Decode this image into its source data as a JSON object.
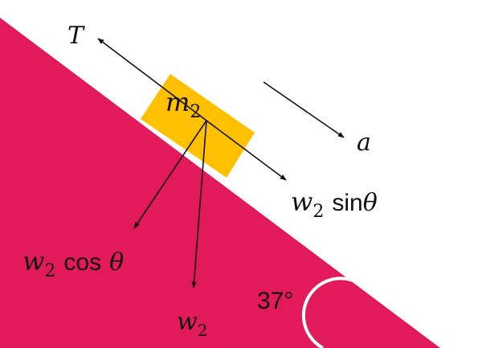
{
  "colors": {
    "incline": "#E2195B",
    "block": "#FFC000",
    "arrow": "#111111",
    "angle_arc": "#ffffff",
    "background": "#ffffff"
  },
  "block": {
    "label_main": "m",
    "label_sub": "2"
  },
  "forces": {
    "tension": {
      "label": "T"
    },
    "acceleration": {
      "label": "a"
    },
    "parallel": {
      "label_main": "w",
      "label_sub": "2",
      "label_func": "sin",
      "label_angle": "θ"
    },
    "perpendicular": {
      "label_main": "w",
      "label_sub": "2",
      "label_func": "cos",
      "label_angle": "θ"
    },
    "weight": {
      "label_main": "w",
      "label_sub": "2"
    }
  },
  "angle": {
    "label": "37°"
  }
}
